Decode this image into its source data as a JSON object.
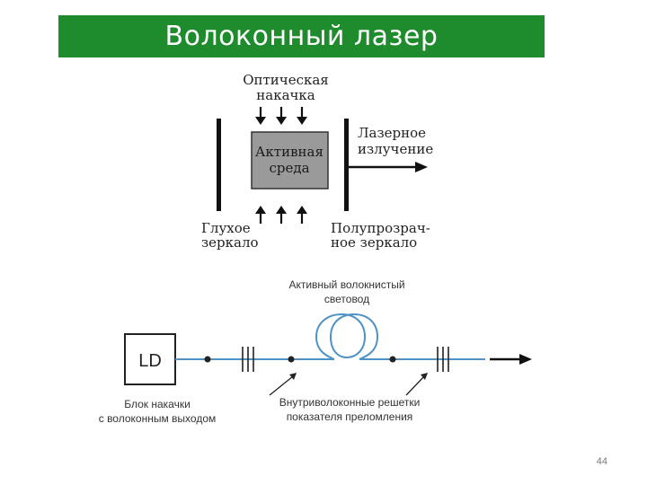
{
  "slide": {
    "title": "Волоконный лазер",
    "page_number": "44"
  },
  "colors": {
    "title_bg": "#1e8b2c",
    "fiber": "#4f93c4",
    "medium": "#9a9a9a"
  },
  "scheme": {
    "pump_label_1": "Оптическая",
    "pump_label_2": "накачка",
    "medium_label_1": "Активная",
    "medium_label_2": "среда",
    "output_label_1": "Лазерное",
    "output_label_2": "излучение",
    "rear_mirror_1": "Глухое",
    "rear_mirror_2": "зеркало",
    "out_mirror_1": "Полупрозрач-",
    "out_mirror_2": "ное зеркало"
  },
  "fiber_scheme": {
    "ld_label": "LD",
    "fiber_label_1": "Активный волокнистый",
    "fiber_label_2": "световод",
    "pump_block_1": "Блок накачки",
    "pump_block_2": "с волоконным выходом",
    "gratings_1": "Внутриволоконные решетки",
    "gratings_2": "показателя преломления"
  }
}
